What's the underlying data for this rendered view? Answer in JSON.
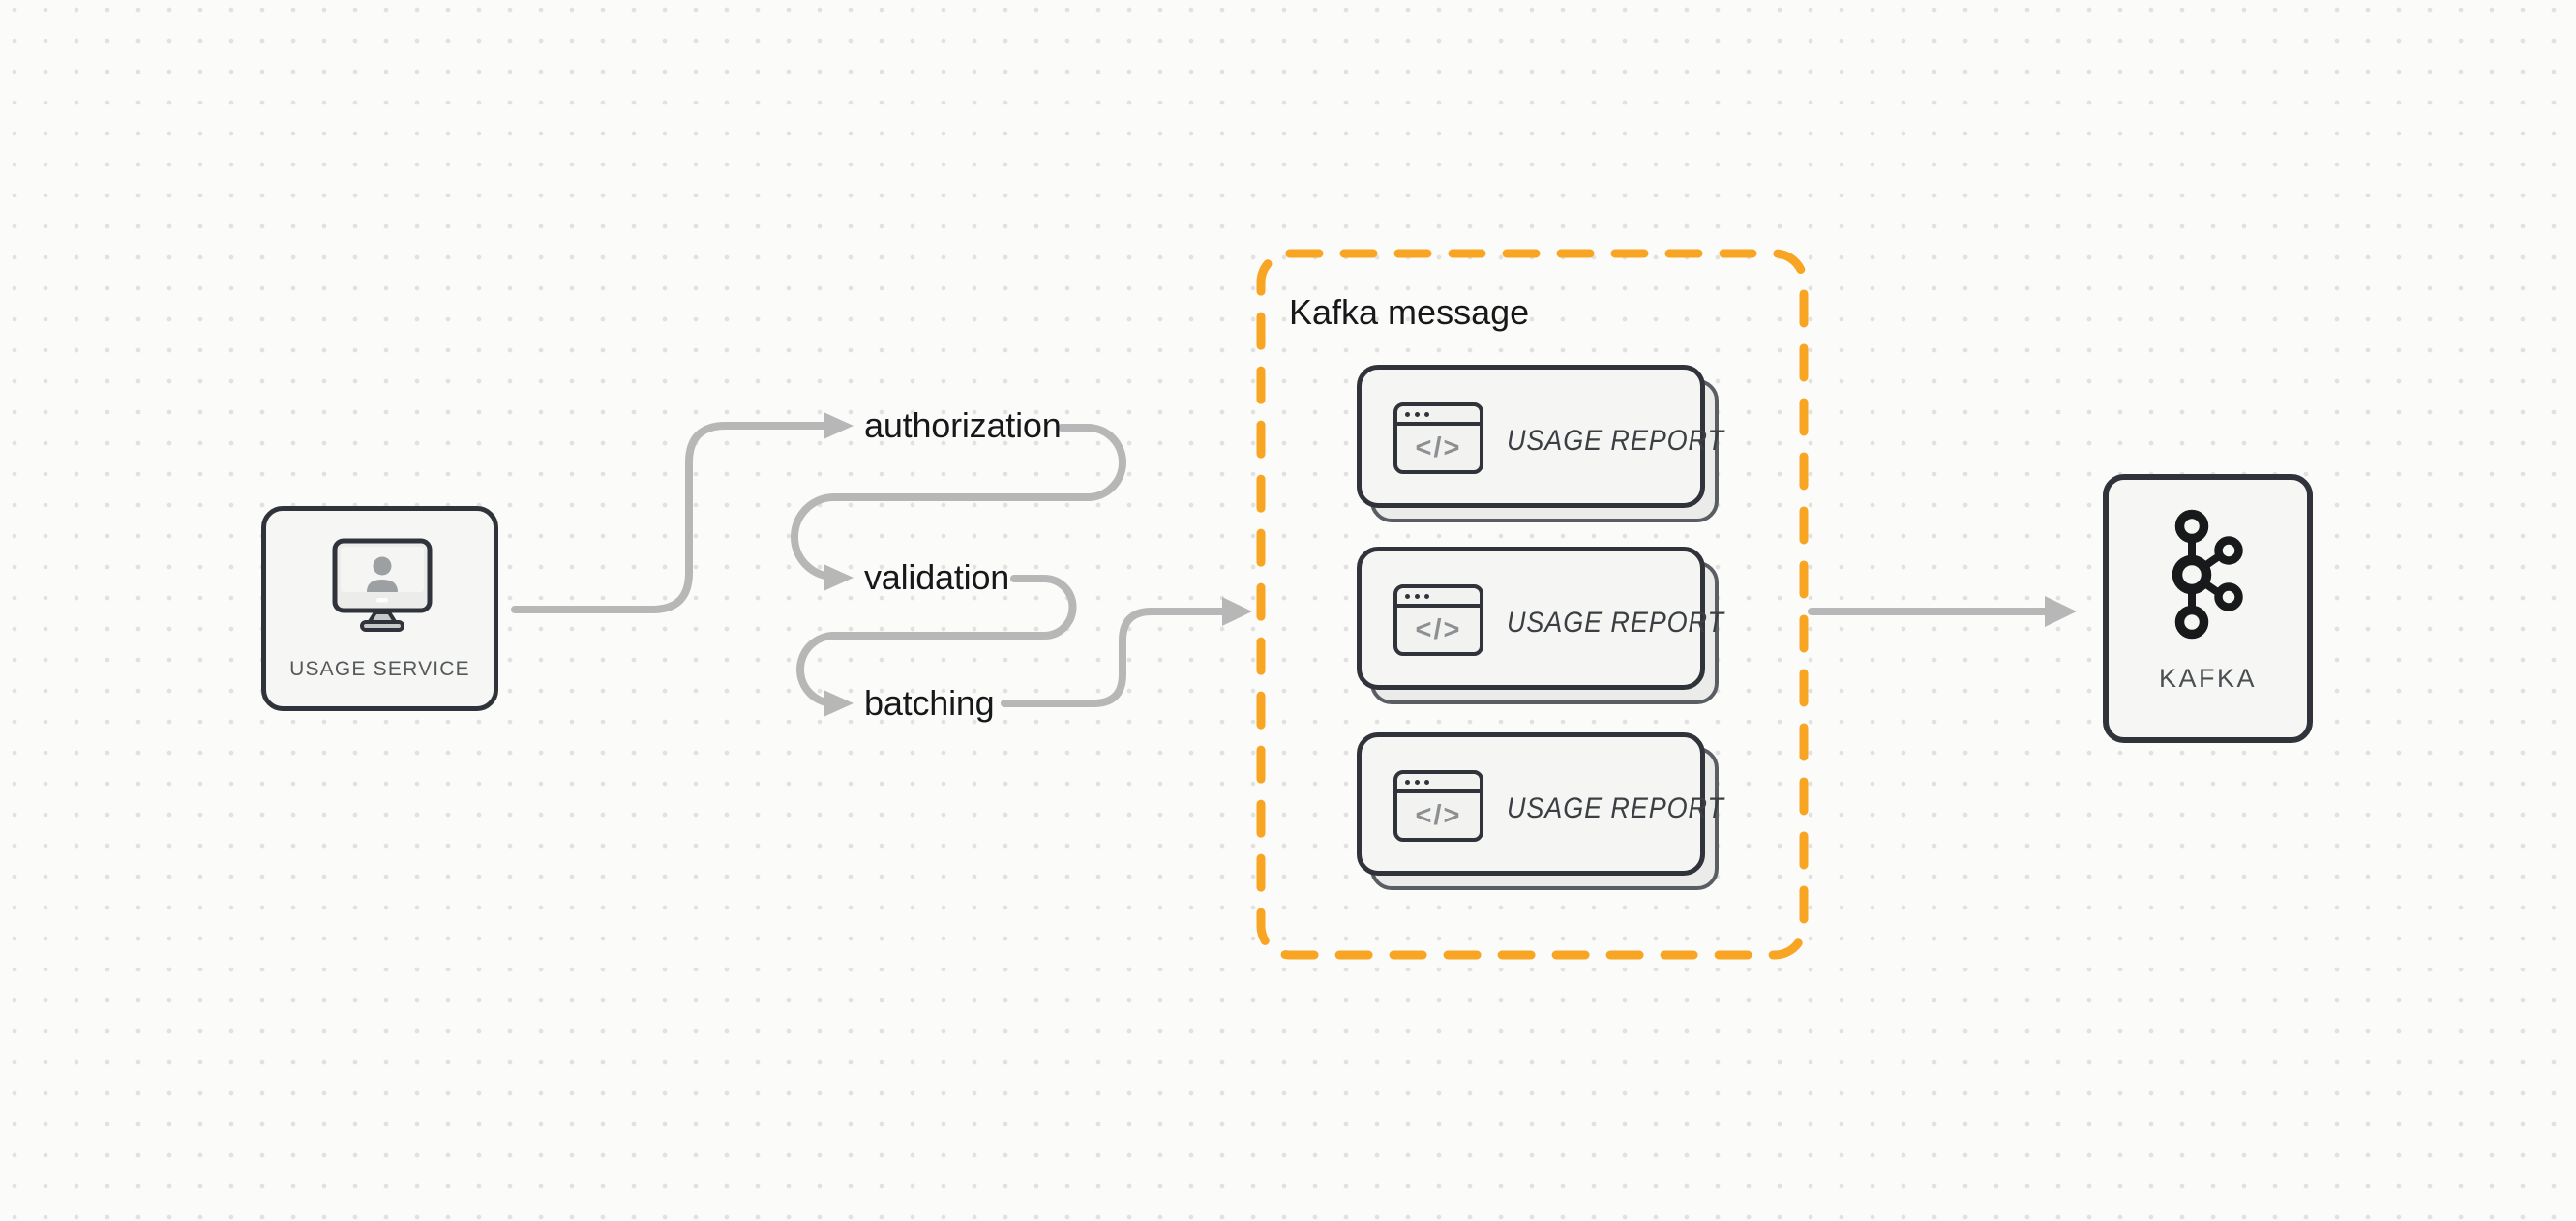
{
  "colors": {
    "bg": "#fbfbf9",
    "dot": "#e1e1df",
    "ink": "#30343a",
    "node_fill": "#f6f7f5",
    "card_fill": "#f5f6f4",
    "shadow_fill": "#ebebe9",
    "shadow_border": "#5a5e62",
    "arrow": "#b6b7b6",
    "orange": "#f8a524",
    "step_text": "#17181a",
    "muted_text": "#54585b",
    "report_text": "#3b3f43",
    "icon_gray": "#8d9092",
    "logo_ink": "#17191b",
    "person_gray": "#9da0a3",
    "screen_gray": "#c8c9c9"
  },
  "nodes": {
    "usage_service": {
      "label": "USAGE SERVICE",
      "icon": "monitor-user-icon"
    },
    "kafka": {
      "label": "KAFKA",
      "icon": "kafka-logo-icon"
    }
  },
  "pipeline_steps": [
    {
      "label": "authorization"
    },
    {
      "label": "validation"
    },
    {
      "label": "batching"
    }
  ],
  "kafka_message_group": {
    "title": "Kafka message",
    "cards": [
      {
        "label": "USAGE REPORT",
        "icon": "code-window-icon",
        "glyph": "</>"
      },
      {
        "label": "USAGE REPORT",
        "icon": "code-window-icon",
        "glyph": "</>"
      },
      {
        "label": "USAGE REPORT",
        "icon": "code-window-icon",
        "glyph": "</>"
      }
    ]
  }
}
